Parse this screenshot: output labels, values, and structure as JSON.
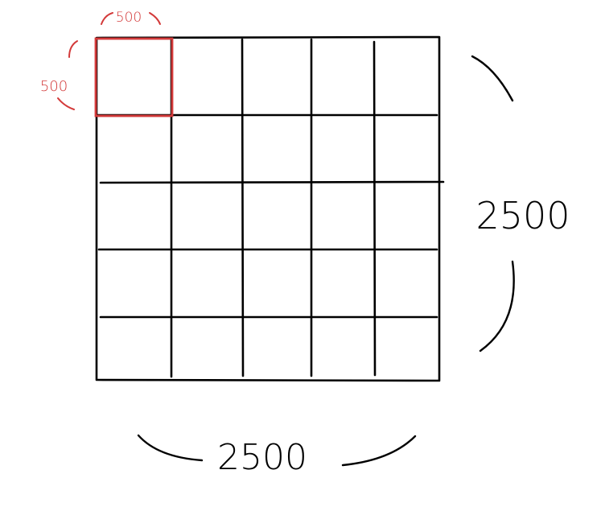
{
  "diagram": {
    "grid": {
      "rows": 5,
      "columns": 5,
      "highlighted_cell": {
        "row": 0,
        "col": 0
      }
    },
    "labels": {
      "cell_width": "500",
      "cell_height": "500",
      "total_width": "2500",
      "total_height": "2500"
    },
    "colors": {
      "ink": "#000000",
      "highlight": "#d33a3a",
      "background": "#ffffff"
    }
  }
}
